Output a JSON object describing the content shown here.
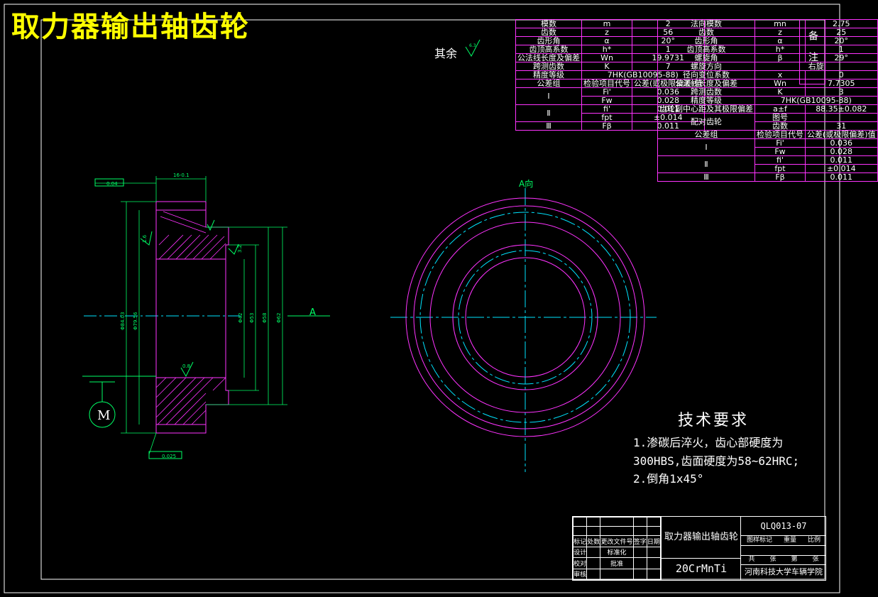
{
  "drawing": {
    "title": "取力器输出轴齿轮",
    "roughness_note": "其余",
    "roughness_value": "6.3",
    "section_label": "A",
    "view_label": "A向",
    "motor_label": "M"
  },
  "dimensions": {
    "d1": "Φ84.03",
    "d2": "Φ79.56",
    "d3": "Φ42",
    "d4": "Φ53",
    "d5": "Φ58",
    "d6": "Φ62",
    "width_top": "16-0.1",
    "runout_top": "0.04",
    "runout_bottom": "0.025",
    "roughness_a": "1.6",
    "roughness_b": "0.8",
    "roughness_c": "3.2"
  },
  "gear_table_left": {
    "rows": [
      [
        "模数",
        "m",
        "2"
      ],
      [
        "齿数",
        "z",
        "56"
      ],
      [
        "齿形角",
        "α",
        "20°"
      ],
      [
        "齿顶高系数",
        "h*",
        "1"
      ],
      [
        "公法线长度及偏差",
        "Wn",
        "19.9731"
      ],
      [
        "跨测齿数",
        "K",
        "7"
      ],
      [
        "精度等级",
        "7HK(GB10095-88)",
        ""
      ]
    ],
    "tol_header": [
      "公差组",
      "检验项目代号",
      "公差(或极限偏差)值"
    ],
    "tol_groups": [
      {
        "group": "Ⅰ",
        "items": [
          [
            "Fi'",
            "0.036"
          ],
          [
            "Fw",
            "0.028"
          ]
        ]
      },
      {
        "group": "Ⅱ",
        "items": [
          [
            "fi'",
            "0.011"
          ],
          [
            "fpt",
            "±0.014"
          ]
        ]
      },
      {
        "group": "Ⅲ",
        "items": [
          [
            "Fβ",
            "0.011"
          ]
        ]
      }
    ]
  },
  "gear_table_right": {
    "rows": [
      [
        "法向模数",
        "mn",
        "2.75"
      ],
      [
        "齿数",
        "z",
        "25"
      ],
      [
        "齿形角",
        "α",
        "20°"
      ],
      [
        "齿顶高系数",
        "h*",
        "1"
      ],
      [
        "螺旋角",
        "β",
        "29°"
      ],
      [
        "螺旋方向",
        "右旋",
        ""
      ],
      [
        "径向变位系数",
        "x",
        "0"
      ],
      [
        "公法线长度及偏差",
        "Wn",
        "7.7305"
      ],
      [
        "跨测齿数",
        "K",
        "3"
      ],
      [
        "精度等级",
        "7HK(GB10095-88)",
        ""
      ]
    ],
    "center_distance_label": "齿轮副中心距及其极限偏差",
    "center_distance_value": "a±f",
    "center_distance_number": "88.35±0.082",
    "pair_label": "配对齿轮",
    "pair_rows": [
      [
        "图号",
        ""
      ],
      [
        "齿数",
        "31"
      ]
    ],
    "tol_header": [
      "公差组",
      "检验项目代号",
      "公差(或极限偏差)值"
    ],
    "tol_groups": [
      {
        "group": "Ⅰ",
        "items": [
          [
            "Fi'",
            "0.036"
          ],
          [
            "Fw",
            "0.028"
          ]
        ]
      },
      {
        "group": "Ⅱ",
        "items": [
          [
            "fi'",
            "0.011"
          ],
          [
            "fpt",
            "±0.014"
          ]
        ]
      },
      {
        "group": "Ⅲ",
        "items": [
          [
            "Fβ",
            "0.011"
          ]
        ]
      }
    ],
    "remark": "备注"
  },
  "tech": {
    "title": "技术要求",
    "lines": [
      "1.渗碳后淬火，齿心部硬度为",
      "300HBS,齿面硬度为58~62HRC;",
      "2.倒角1x45°"
    ]
  },
  "title_block": {
    "part_name": "取力器输出轴齿轮",
    "material": "20CrMnTi",
    "drawing_no": "QLQ013-07",
    "school": "河南科技大学车辆学院",
    "cols_top": [
      "图样标记",
      "重量",
      "比例"
    ],
    "sheet": [
      "共",
      "张",
      "第",
      "张"
    ],
    "row_labels": [
      "标记",
      "处数",
      "更改文件号",
      "签字",
      "日期"
    ],
    "roles": [
      "设计",
      "校对",
      "审核"
    ],
    "roles2": [
      "标准化",
      "批准"
    ]
  },
  "colors": {
    "outline": "#ff33ff",
    "center": "#00e5ff",
    "dim": "#00ff66",
    "text_white": "#ffffff",
    "title_yellow": "#ffff00"
  }
}
